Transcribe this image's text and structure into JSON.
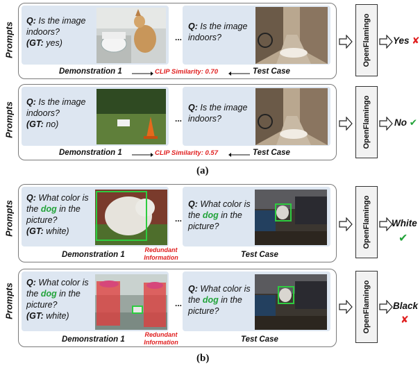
{
  "side_label": "Prompts",
  "model": "OpenFlamingo",
  "ellipsis": "...",
  "section_a": {
    "label": "(a)",
    "rows": [
      {
        "demo_q_prefix": "Q:",
        "demo_q": "Is the image indoors?",
        "demo_gt_prefix": "(GT:",
        "demo_gt": "yes)",
        "test_q_prefix": "Q:",
        "test_q": "Is the image indoors?",
        "demo_caption": "Demonstration 1",
        "clip": "CLIP Similarity: 0.70",
        "test_caption": "Test Case",
        "answer": "Yes",
        "answer_mark": "✘"
      },
      {
        "demo_q_prefix": "Q:",
        "demo_q": "Is the image indoors?",
        "demo_gt_prefix": "(GT:",
        "demo_gt": "no)",
        "test_q_prefix": "Q:",
        "test_q": "Is the image indoors?",
        "demo_caption": "Demonstration 1",
        "clip": "CLIP Similarity: 0.57",
        "test_caption": "Test Case",
        "answer": "No",
        "answer_mark": "✔"
      }
    ]
  },
  "section_b": {
    "label": "(b)",
    "rows": [
      {
        "demo_q_l1": "What color is",
        "demo_q_the": "the",
        "demo_q_dog": "dog",
        "demo_q_in": "in the",
        "demo_q_l3": "picture?",
        "demo_gt": "white)",
        "test_q_l1": "What color is",
        "test_q_the": "the",
        "test_q_dog": "dog",
        "test_q_in": "in the",
        "test_q_l3": "picture?",
        "demo_caption": "Demonstration 1",
        "redundant": "Redundant Information",
        "test_caption": "Test Case",
        "answer": "White",
        "answer_mark": "✔"
      },
      {
        "demo_q_l1": "What color is",
        "demo_q_the": "the",
        "demo_q_dog": "dog",
        "demo_q_in": "in the",
        "demo_q_l3": "picture?",
        "demo_gt": "white)",
        "test_q_l1": "What color is",
        "test_q_the": "the",
        "test_q_dog": "dog",
        "test_q_in": "in the",
        "test_q_l3": "picture?",
        "demo_caption": "Demonstration 1",
        "redundant": "Redundant Information",
        "test_caption": "Test Case",
        "answer": "Black",
        "answer_mark": "✘"
      }
    ]
  },
  "colors": {
    "card": "#dde6f1",
    "red": "#e02020",
    "green": "#22a339",
    "border": "#7a7a7a"
  }
}
